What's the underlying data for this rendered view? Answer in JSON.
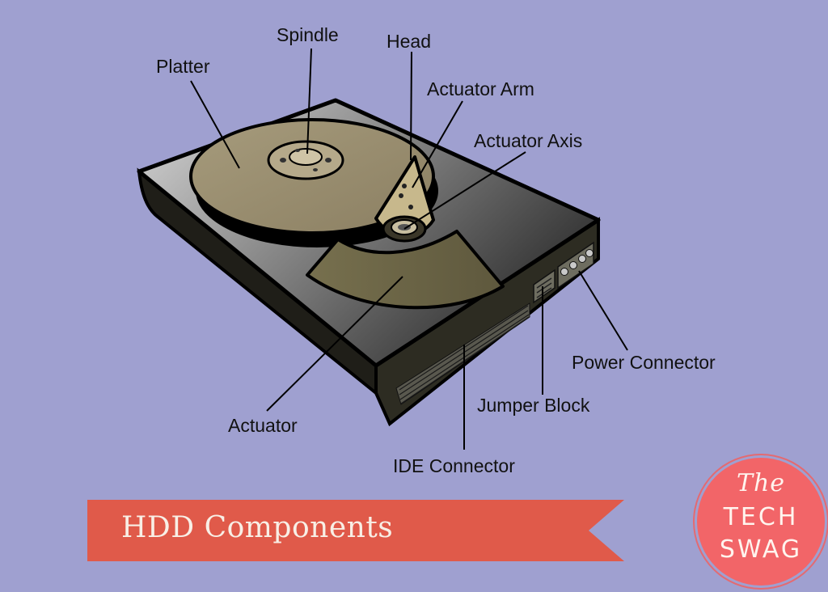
{
  "labels": {
    "spindle": "Spindle",
    "head": "Head",
    "platter": "Platter",
    "actuator_arm": "Actuator Arm",
    "actuator_axis": "Actuator Axis",
    "power_connector": "Power Connector",
    "jumper_block": "Jumper Block",
    "actuator": "Actuator",
    "ide_connector": "IDE Connector"
  },
  "banner": {
    "text": "HDD Components",
    "color": "#e05a4a"
  },
  "badge": {
    "line1": "The",
    "line2": "TECH",
    "line3": "SWAG",
    "color": "#f26568"
  },
  "colors": {
    "background": "#9fa0d0",
    "platter": "#978b6c",
    "case_top": "#7b7b7b",
    "case_side": "#2b2a22"
  }
}
